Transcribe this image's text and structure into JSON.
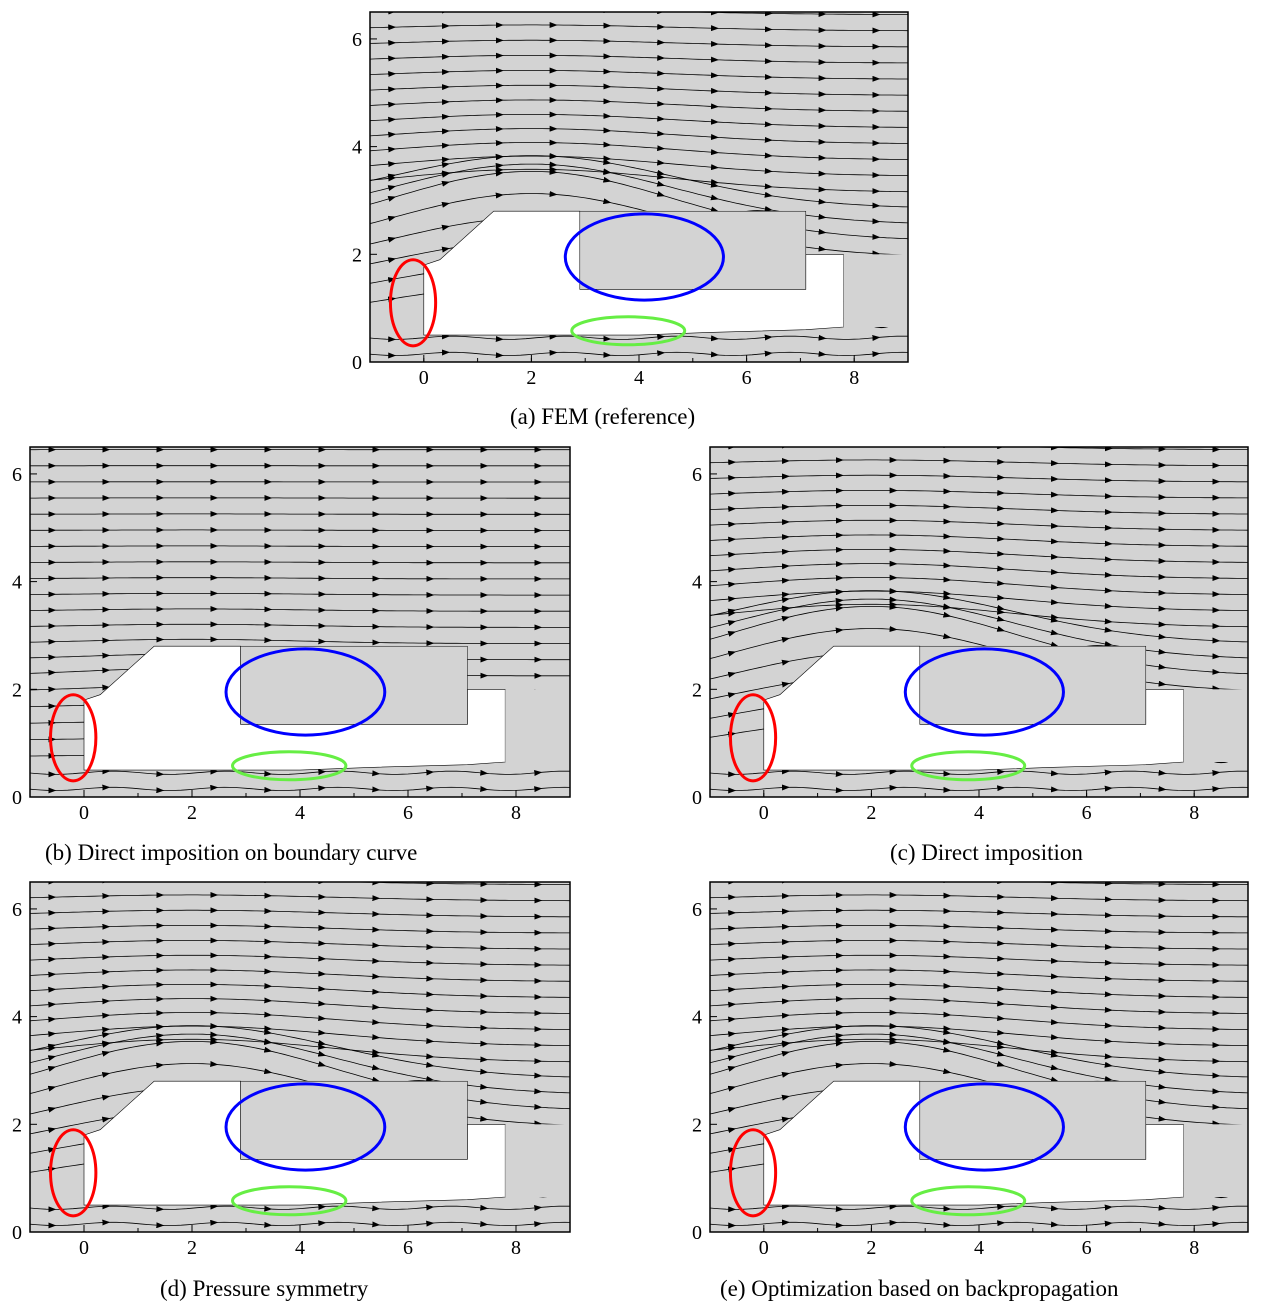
{
  "figure": {
    "panels": [
      {
        "id": "a",
        "caption": "(a) FEM (reference)",
        "x_ticks": [
          "0",
          "2",
          "4",
          "6",
          "8"
        ],
        "y_ticks": [
          "0",
          "2",
          "4",
          "6"
        ],
        "features": {
          "main_vortex": "dense",
          "upper_vortex": "ring",
          "lower_right_vortex": "ring",
          "separation": "strong"
        }
      },
      {
        "id": "b",
        "caption": "(b) Direct imposition on boundary curve",
        "x_ticks": [
          "0",
          "2",
          "4",
          "6",
          "8"
        ],
        "y_ticks": [
          "0",
          "2",
          "4",
          "6"
        ],
        "features": {
          "main_vortex": "none",
          "upper_vortex": "none",
          "lower_right_vortex": "none",
          "separation": "none"
        }
      },
      {
        "id": "c",
        "caption": "(c) Direct imposition",
        "x_ticks": [
          "0",
          "2",
          "4",
          "6",
          "8"
        ],
        "y_ticks": [
          "0",
          "2",
          "4",
          "6"
        ],
        "features": {
          "main_vortex": "dense",
          "upper_vortex": "ring",
          "lower_right_vortex": "ring",
          "separation": "strong"
        }
      },
      {
        "id": "d",
        "caption": "(d) Pressure symmetry",
        "x_ticks": [
          "0",
          "2",
          "4",
          "6",
          "8"
        ],
        "y_ticks": [
          "0",
          "2",
          "4",
          "6"
        ],
        "features": {
          "main_vortex": "dense",
          "upper_vortex": "ring",
          "lower_right_vortex": "dense",
          "separation": "strong"
        }
      },
      {
        "id": "e",
        "caption": "(e) Optimization based on backpropagation",
        "x_ticks": [
          "0",
          "2",
          "4",
          "6",
          "8"
        ],
        "y_ticks": [
          "0",
          "2",
          "4",
          "6"
        ],
        "features": {
          "main_vortex": "ring",
          "upper_vortex": "dense",
          "lower_right_vortex": "ring",
          "separation": "strong"
        }
      }
    ],
    "axes": {
      "xlim": [
        -1,
        9
      ],
      "ylim": [
        0,
        6.5
      ]
    },
    "colors": {
      "field": "#d3d3d3",
      "body": "#ffffff",
      "streamline": "#000000",
      "ellipse_red": "#ff0000",
      "ellipse_blue": "#0000ff",
      "ellipse_green": "#66ee44"
    },
    "ellipses": [
      {
        "color": "red",
        "cx": -0.2,
        "cy": 1.1,
        "rx": 0.42,
        "ry": 0.8
      },
      {
        "color": "blue",
        "cx": 4.1,
        "cy": 1.95,
        "rx": 1.47,
        "ry": 0.8
      },
      {
        "color": "green",
        "cx": 3.8,
        "cy": 0.58,
        "rx": 1.05,
        "ry": 0.26
      }
    ]
  }
}
